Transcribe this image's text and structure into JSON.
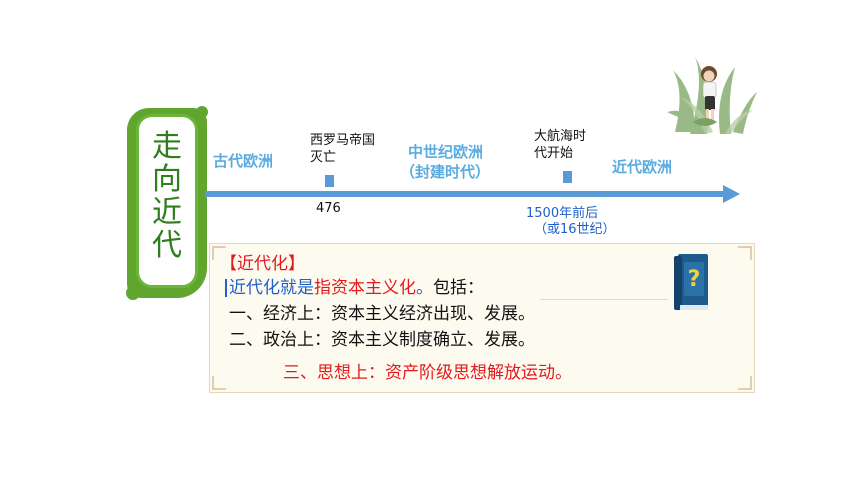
{
  "badge": {
    "chars": [
      "走",
      "向",
      "近",
      "代"
    ]
  },
  "timeline": {
    "eras": [
      "古代欧洲",
      "中世纪欧洲",
      "（封建时代）",
      "近代欧洲"
    ],
    "events": [
      {
        "line1": "西罗马帝国",
        "line2": "灭亡",
        "year": "476"
      },
      {
        "line1": "大航海时",
        "line2": "代开始",
        "year_line1": "1500年前后",
        "year_line2": "（或16世纪）"
      }
    ]
  },
  "content": {
    "heading": "【近代化】",
    "def_blue1": "近代化就是",
    "def_red": "指资本主义化",
    "def_blue2": "。",
    "def_black": "包括：",
    "point1": "一、经济上：资本主义经济出现、发展。",
    "point2": "二、政治上：资本主义制度确立、发展。",
    "point3": "三、思想上：资产阶级思想解放运动。"
  },
  "book_icon": {
    "symbol": "?"
  },
  "colors": {
    "green": "#5fa52e",
    "timeline_blue": "#5b9bd5",
    "era_blue": "#5aace0",
    "red": "#e4191c",
    "text_blue": "#1f5fc8"
  }
}
